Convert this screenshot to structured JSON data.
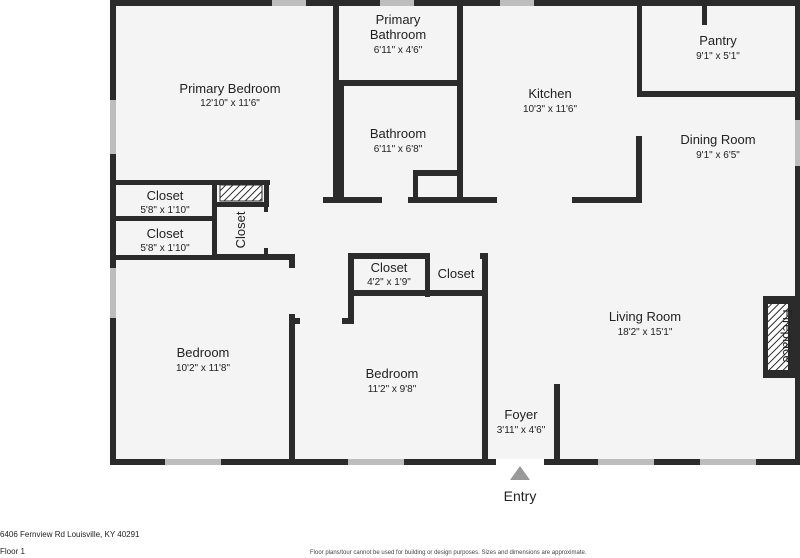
{
  "rooms": {
    "primary_bedroom": {
      "name": "Primary Bedroom",
      "dims": "12'10\" x 11'6\""
    },
    "primary_bathroom": {
      "name_line1": "Primary",
      "name_line2": "Bathroom",
      "dims": "6'11\" x 4'6\""
    },
    "kitchen": {
      "name": "Kitchen",
      "dims": "10'3\" x 11'6\""
    },
    "pantry": {
      "name": "Pantry",
      "dims": "9'1\" x 5'1\""
    },
    "bathroom": {
      "name": "Bathroom",
      "dims": "6'11\" x 6'8\""
    },
    "dining_room": {
      "name": "Dining Room",
      "dims": "9'1\" x 6'5\""
    },
    "closet_upper": {
      "name": "Closet",
      "dims": "5'8\" x 1'10\""
    },
    "closet_lower": {
      "name": "Closet",
      "dims": "5'8\" x 1'10\""
    },
    "closet_vertical": {
      "name": "Closet"
    },
    "closet_center": {
      "name": "Closet",
      "dims": "4'2\" x 1'9\""
    },
    "closet_small": {
      "name": "Closet"
    },
    "living_room": {
      "name": "Living Room",
      "dims": "18'2\" x 15'1\""
    },
    "fireplace": {
      "name": "Fireplace"
    },
    "bedroom_left": {
      "name": "Bedroom",
      "dims": "10'2\" x 11'8\""
    },
    "bedroom_center": {
      "name": "Bedroom",
      "dims": "11'2\" x 9'8\""
    },
    "foyer": {
      "name": "Foyer",
      "dims": "3'11\" x 4'6\""
    }
  },
  "entry_label": "Entry",
  "footer": {
    "address": "6406 Fernview Rd Louisville, KY 40291",
    "floor": "Floor 1",
    "disclaimer": "Floor plans/tour cannot be used for building or design purposes. Sizes and dimensions are approximate."
  },
  "colors": {
    "wall": "#2b2b2b",
    "floor": "#f4f4f4",
    "window": "#bdbdbd"
  }
}
